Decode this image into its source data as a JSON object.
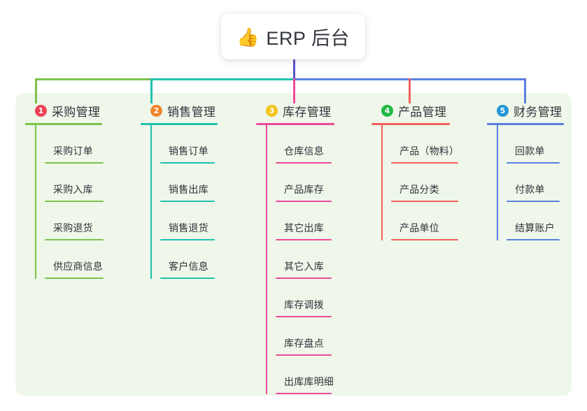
{
  "diagram": {
    "type": "mindmap",
    "root": {
      "icon": "thumbs-up-icon",
      "emoji": "👍",
      "title": "ERP 后台"
    },
    "panel_background": "#eef7e9",
    "branches": [
      {
        "index": "1",
        "badge_number": "❶",
        "badge_digit": "1",
        "badge_color": "#ec4154",
        "line_color": "#7dc24b",
        "title": "采购管理",
        "items": [
          {
            "label": "采购订单"
          },
          {
            "label": "采购入库"
          },
          {
            "label": "采购退货"
          },
          {
            "label": "供应商信息"
          }
        ]
      },
      {
        "index": "2",
        "badge_number": "❷",
        "badge_digit": "2",
        "badge_color": "#f0852c",
        "line_color": "#21c1b0",
        "title": "销售管理",
        "items": [
          {
            "label": "销售订单"
          },
          {
            "label": "销售出库"
          },
          {
            "label": "销售退货"
          },
          {
            "label": "客户信息"
          }
        ]
      },
      {
        "index": "3",
        "badge_number": "❸",
        "badge_digit": "3",
        "badge_color": "#f5c319",
        "line_color": "#ed4b9b",
        "title": "库存管理",
        "items": [
          {
            "label": "仓库信息"
          },
          {
            "label": "产品库存"
          },
          {
            "label": "其它出库"
          },
          {
            "label": "其它入库"
          },
          {
            "label": "库存调拨"
          },
          {
            "label": "库存盘点"
          },
          {
            "label": "出库库明细"
          }
        ]
      },
      {
        "index": "4",
        "badge_number": "❹",
        "badge_digit": "4",
        "badge_color": "#21ba45",
        "line_color": "#f2615c",
        "title": "产品管理",
        "items": [
          {
            "label": "产品（物料）"
          },
          {
            "label": "产品分类"
          },
          {
            "label": "产品单位"
          }
        ]
      },
      {
        "index": "5",
        "badge_number": "❺",
        "badge_digit": "5",
        "badge_color": "#2196d6",
        "line_color": "#5b7fe0",
        "title": "财务管理",
        "items": [
          {
            "label": "回款单"
          },
          {
            "label": "付款单"
          },
          {
            "label": "结算账户"
          }
        ]
      }
    ],
    "connectors": {
      "trunk_color": "#5b53c4",
      "segments": [
        {
          "name": "segment-purchase",
          "color": "#7dc24b"
        },
        {
          "name": "segment-sales",
          "color": "#21c1b0"
        },
        {
          "name": "segment-inventory",
          "color": "#ed4b9b"
        },
        {
          "name": "segment-product",
          "color": "#f2615c"
        },
        {
          "name": "segment-finance",
          "color": "#5b7fe0"
        }
      ]
    }
  }
}
